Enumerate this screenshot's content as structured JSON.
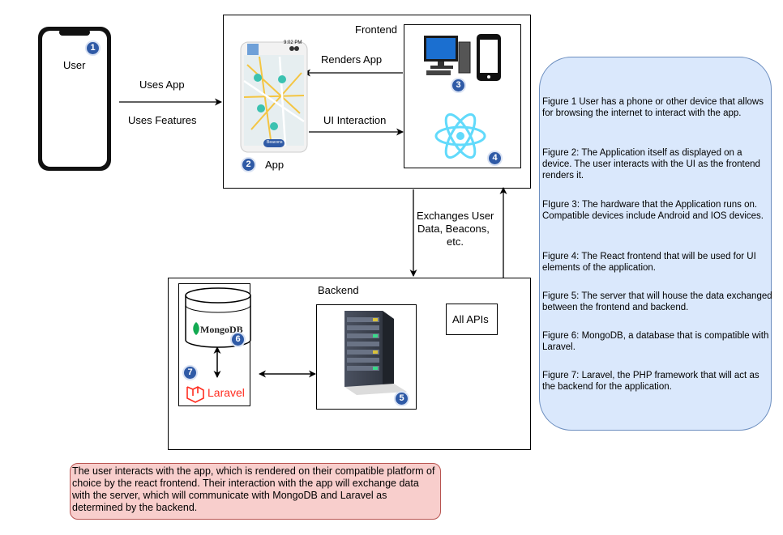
{
  "labels": {
    "user": "User",
    "uses_app": "Uses App",
    "uses_features": "Uses Features",
    "frontend": "Frontend",
    "renders_app": "Renders App",
    "ui_interaction": "UI Interaction",
    "app": "App",
    "exchanges": [
      "Exchanges User",
      "Data, Beacons,",
      "etc."
    ],
    "backend": "Backend",
    "all_apis": "All APIs",
    "mongodb": "MongoDB",
    "laravel": "Laravel",
    "phone_time": "9:02 PM",
    "phone_button": "Beacons"
  },
  "badges": [
    "1",
    "2",
    "3",
    "4",
    "5",
    "6",
    "7"
  ],
  "notes": [
    "Figure 1 User has a phone or other device that allows for browsing the internet to interact with the app.",
    "Figure 2: The Application itself as displayed on a device. The user interacts with the UI as the frontend renders it.",
    "FIgure 3: The hardware that the Application runs on. Compatible devices include Android and IOS devices.",
    "Figure 4: The React frontend that will be used for UI elements of the application.",
    "Figure 5: The server that will house the data exchanged between the frontend and backend.",
    "Figure 6: MongoDB, a database that is compatible with Laravel.",
    "Figure 7: Laravel, the PHP framework that will act as the backend for the application."
  ],
  "summary": "The user interacts with the app, which is rendered on their compatible platform of choice by the react frontend. Their interaction with the app will exchange data with the server, which will communicate with MongoDB and Laravel as determined by the backend.",
  "colors": {
    "notes_fill": "#dae8fc",
    "notes_border": "#6c8ebf",
    "summary_fill": "#f8cecc",
    "summary_border": "#b85450",
    "badge": "#2f5aa6",
    "react": "#61dafb",
    "laravel": "#ff2d20",
    "mongodb_leaf": "#13aa52"
  }
}
